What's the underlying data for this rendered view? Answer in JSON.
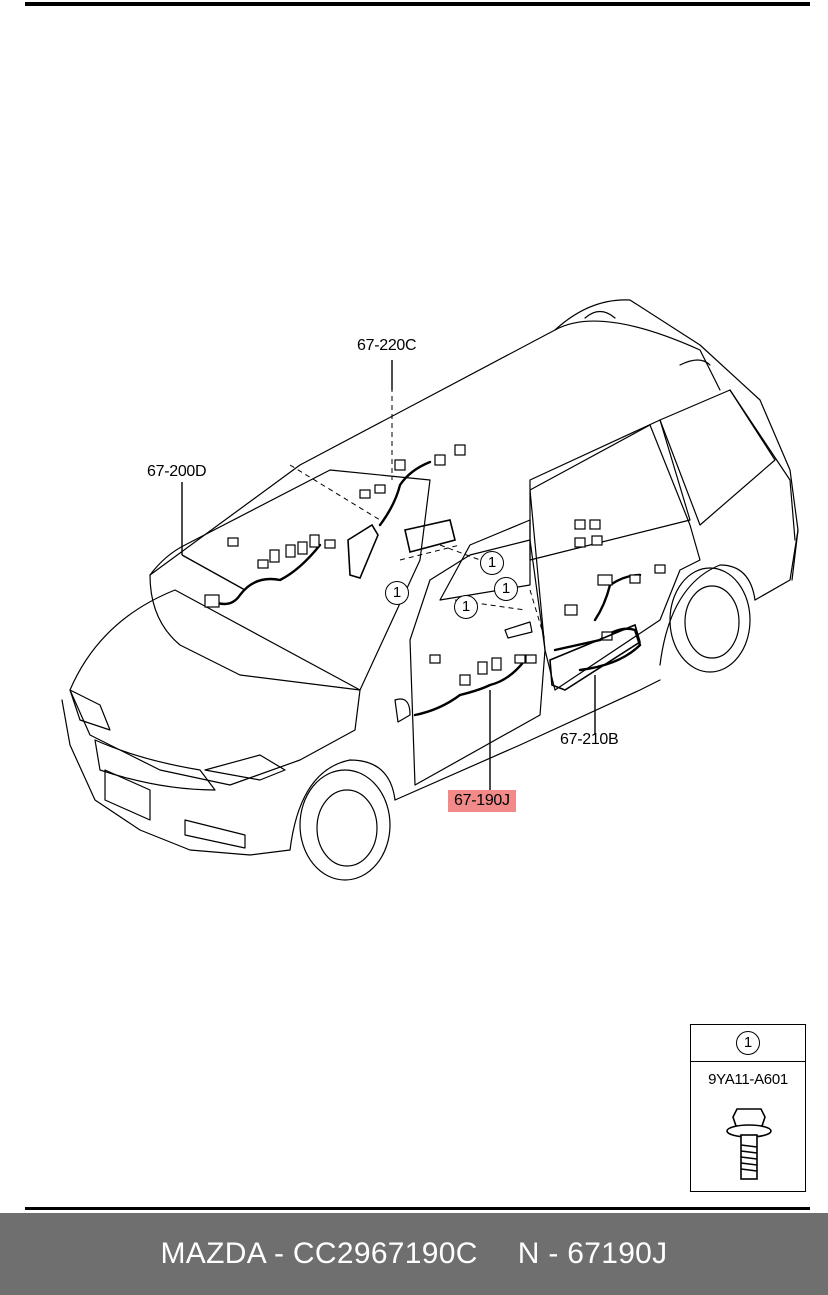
{
  "callouts": {
    "c220": "67-220C",
    "c200": "67-200D",
    "c210": "67-210B",
    "c190": "67-190J"
  },
  "fastener_marker": "1",
  "legend": {
    "marker": "1",
    "part_number": "9YA11-A601"
  },
  "footer": {
    "brand_part": "MAZDA - CC2967190C",
    "ref": "N - 67190J",
    "background_color": "#6f6f6f"
  },
  "colors": {
    "highlight": "#f28a8a",
    "line": "#000000"
  }
}
